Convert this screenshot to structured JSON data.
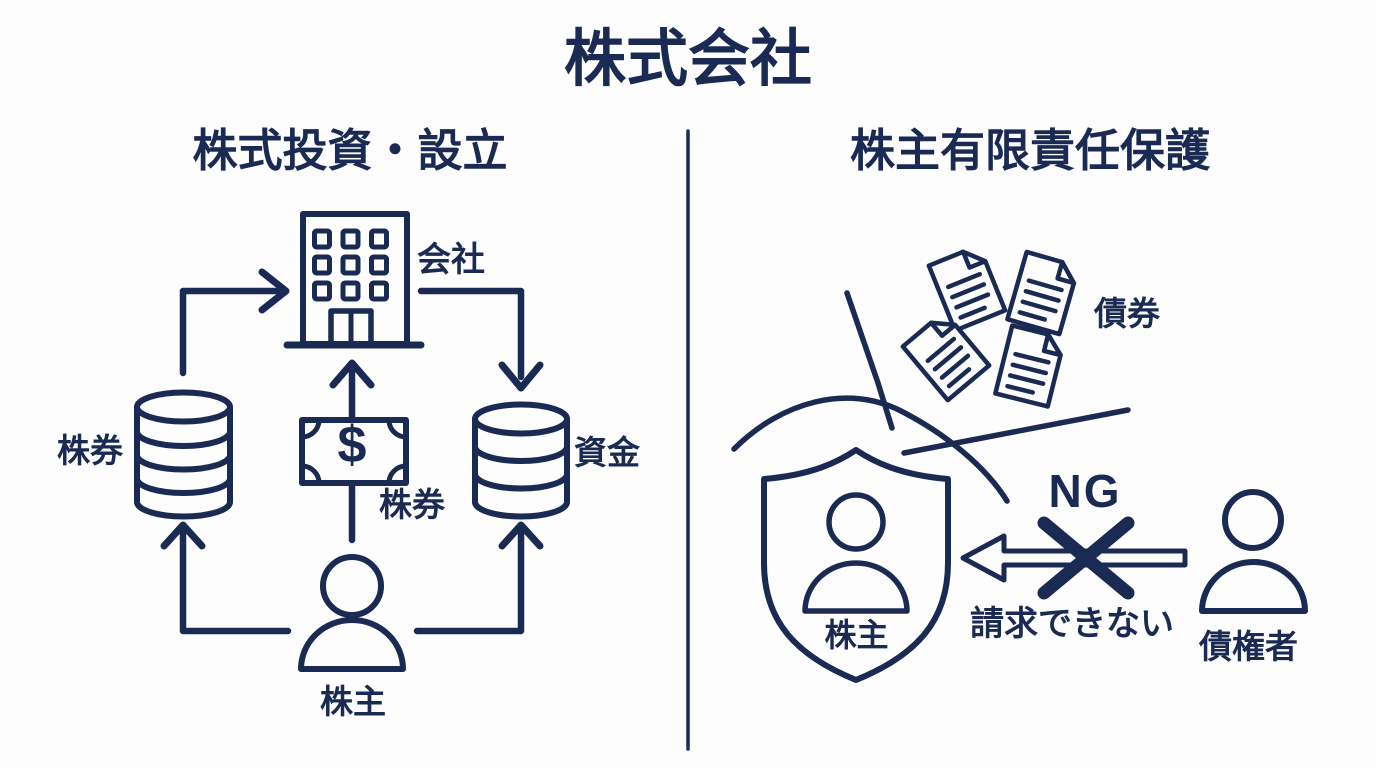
{
  "colors": {
    "ink": "#1b2a52",
    "background": "#fdfdfd"
  },
  "title": "株式会社",
  "left_panel": {
    "title": "株式投資・設立",
    "company_label": "会社",
    "stock_stack_label": "株券",
    "bill_label": "株券",
    "bill_currency": "$",
    "funds_label": "資金",
    "shareholder_label": "株主"
  },
  "right_panel": {
    "title": "株主有限責任保護",
    "bonds_label": "債券",
    "shield_label": "株主",
    "ng_label": "NG",
    "cannot_claim_label": "請求できない",
    "creditor_label": "債権者"
  }
}
